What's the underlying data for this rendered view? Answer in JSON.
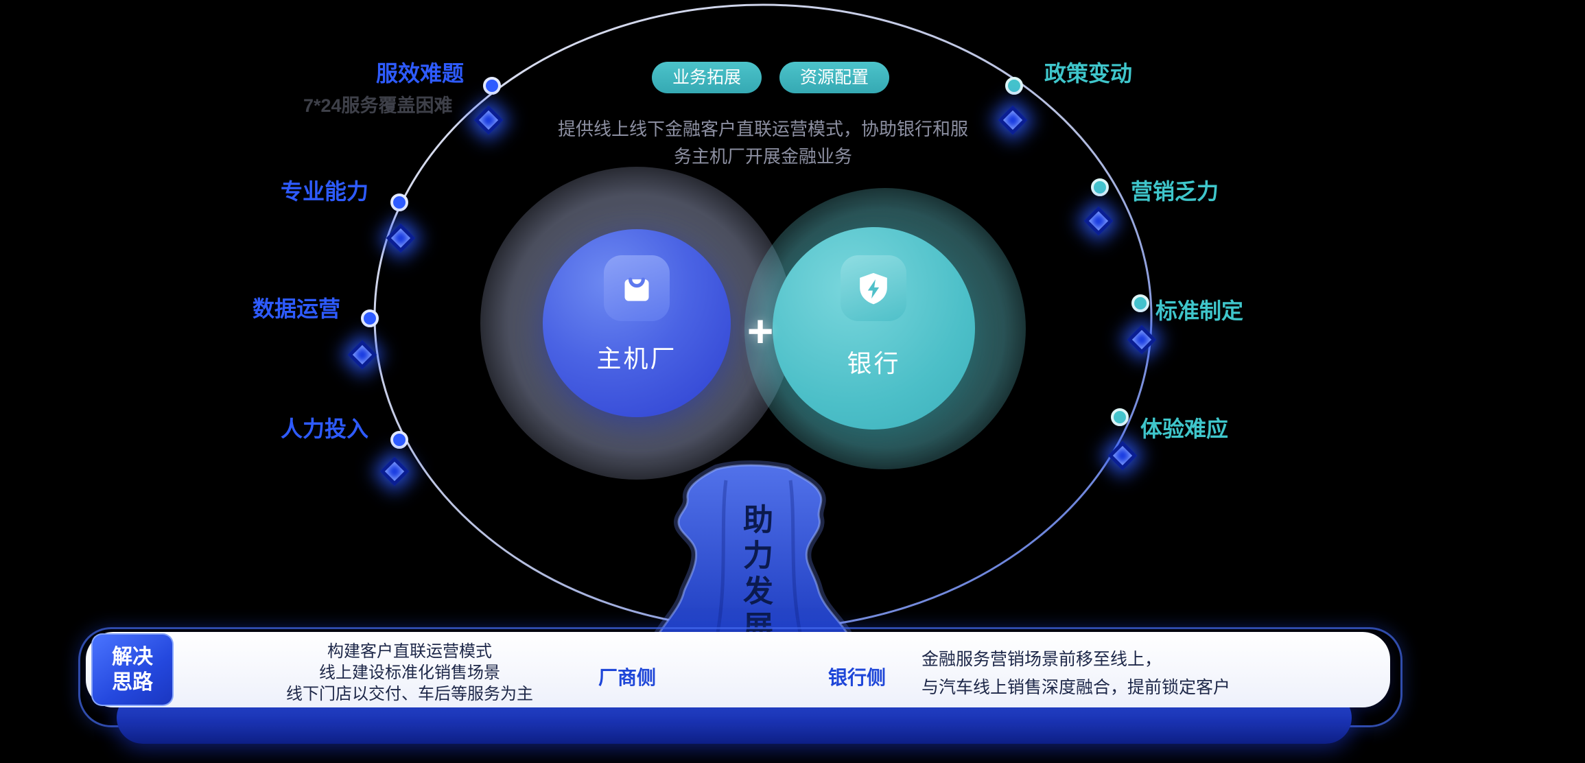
{
  "canvas": {
    "bg": "#000000"
  },
  "header": {
    "pills": [
      {
        "label": "业务拓展"
      },
      {
        "label": "资源配置"
      }
    ],
    "description_line1": "提供线上线下金融客户直联运营模式，协助银行和服",
    "description_line2": "务主机厂开展金融业务"
  },
  "venn": {
    "left_circle": {
      "label": "主机厂",
      "icon": "shopping-bag-icon"
    },
    "right_circle": {
      "label": "银行",
      "icon": "shield-bolt-icon"
    },
    "plus": "+"
  },
  "left_labels": [
    {
      "label": "服效难题",
      "sub": "7*24服务覆盖困难"
    },
    {
      "label": "专业能力"
    },
    {
      "label": "数据运营"
    },
    {
      "label": "人力投入"
    }
  ],
  "right_labels": [
    {
      "label": "政策变动"
    },
    {
      "label": "营销乏力"
    },
    {
      "label": "标准制定"
    },
    {
      "label": "体验难应"
    }
  ],
  "trunk": {
    "text": "助力发展"
  },
  "solution": {
    "badge_line1": "解决",
    "badge_line2": "思路",
    "left_block": [
      "构建客户直联运营模式",
      "线上建设标准化销售场景",
      "线下门店以交付、车后等服务为主"
    ],
    "manufacturer_label": "厂商侧",
    "bank_label": "银行侧",
    "right_block": [
      "金融服务营销场景前移至线上，",
      "与汽车线上销售深度融合，提前锁定客户"
    ]
  },
  "colors": {
    "background": "#000000",
    "blue_accent": "#2e5bff",
    "teal_accent": "#3fc6cb",
    "oem_circle_blue": "#3a54dd",
    "bank_circle_teal": "#4abfc8",
    "bar_text": "#1d2748",
    "side_label_blue": "#1e46d8",
    "pill_teal": "#3db6bf"
  }
}
